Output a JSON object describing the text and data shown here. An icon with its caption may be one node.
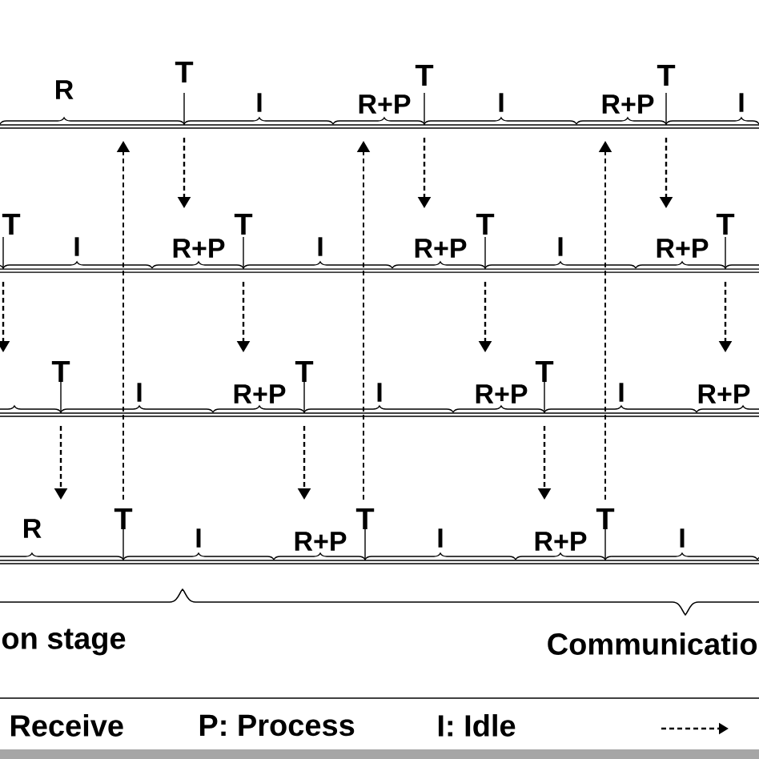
{
  "diagram": {
    "labels": [
      "R",
      "T",
      "I",
      "R+P",
      "T",
      "I",
      "R+P",
      "T",
      "I",
      "T",
      "I",
      "R+P",
      "T",
      "I",
      "R+P",
      "T",
      "I",
      "R+P",
      "T",
      "T",
      "I",
      "R+P",
      "T",
      "I",
      "R+P",
      "T",
      "I",
      "R+P",
      "R",
      "T",
      "I",
      "R+P",
      "T",
      "I",
      "R+P",
      "T",
      "I",
      "on stage",
      "Communicatio",
      "Receive",
      "P: Process",
      "I: Idle"
    ]
  }
}
